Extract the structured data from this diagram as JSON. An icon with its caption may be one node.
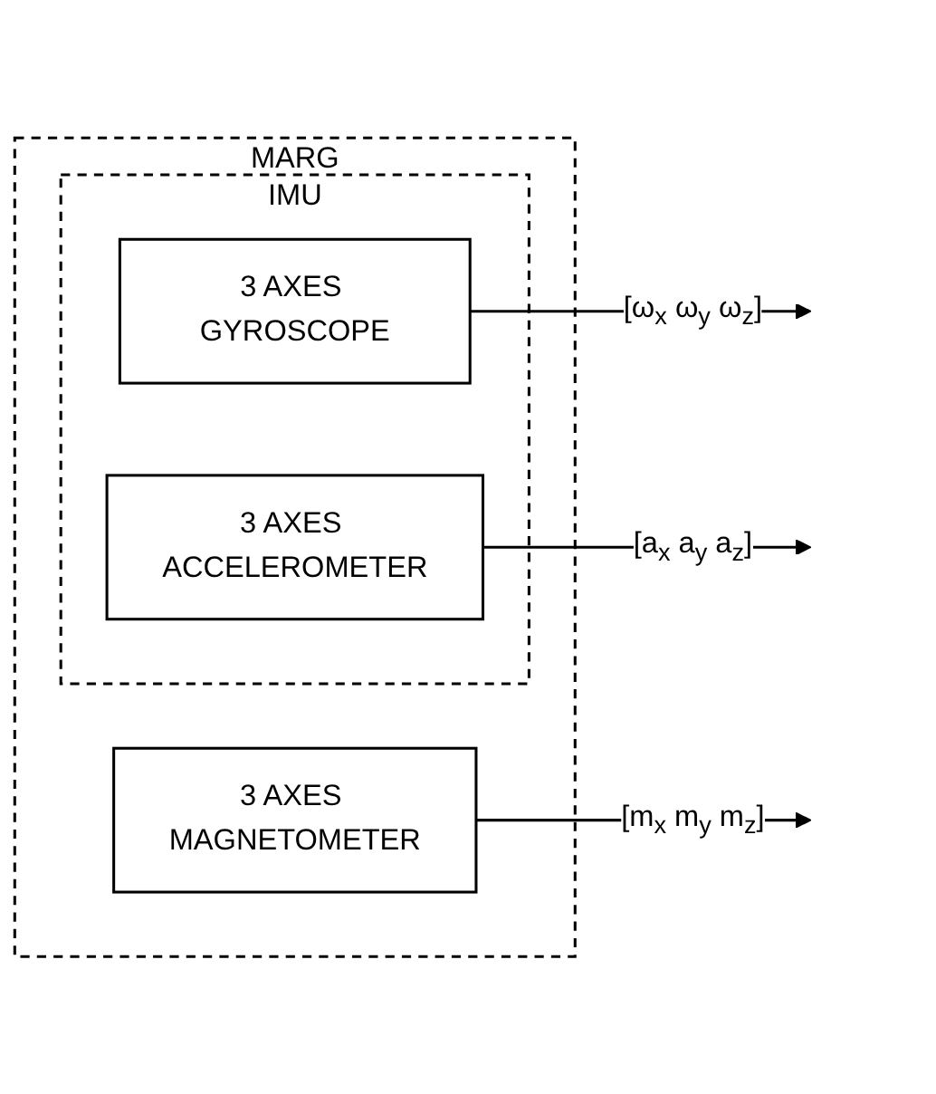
{
  "diagram": {
    "nodes": [
      {
        "text": [
          "MARG"
        ]
      },
      {
        "text": [
          "IMU"
        ],
        "in": 0
      },
      {
        "text": [
          "3 AXES GYROSCOPE"
        ],
        "in": 1
      },
      {
        "text": [
          "3 AXES ACCELEROMETER"
        ],
        "in": 1
      },
      {
        "text": [
          "3 AXES MAGNETOMETER"
        ],
        "in": 0
      }
    ],
    "edges": [
      {
        "from": 2,
        "to": null,
        "arrow": "to",
        "label": "[ω$_{x}$ ω$_{y}$ ω$_{z}$]"
      },
      {
        "from": 3,
        "to": null,
        "arrow": "to",
        "label": "[a$_{x}$ a$_{y}$ a$_{z}$]"
      },
      {
        "from": 4,
        "to": null,
        "arrow": "to",
        "label": "[m$_{x}$ m$_{y}$ m$_{z}$]"
      }
    ]
  }
}
